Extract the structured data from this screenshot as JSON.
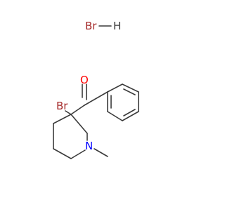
{
  "molecule": {
    "salt": {
      "br": "Br",
      "h": "H"
    },
    "atoms": {
      "carbonyl_oxygen": "O",
      "ring_bromine": "Br",
      "ring_nitrogen": "N"
    }
  },
  "colors": {
    "bond": "#3a3a3a",
    "bromine": "#a52a2a",
    "oxygen": "#ff0000",
    "nitrogen": "#0000ff",
    "hydrogen": "#3a3a3a",
    "background": "#ffffff"
  }
}
